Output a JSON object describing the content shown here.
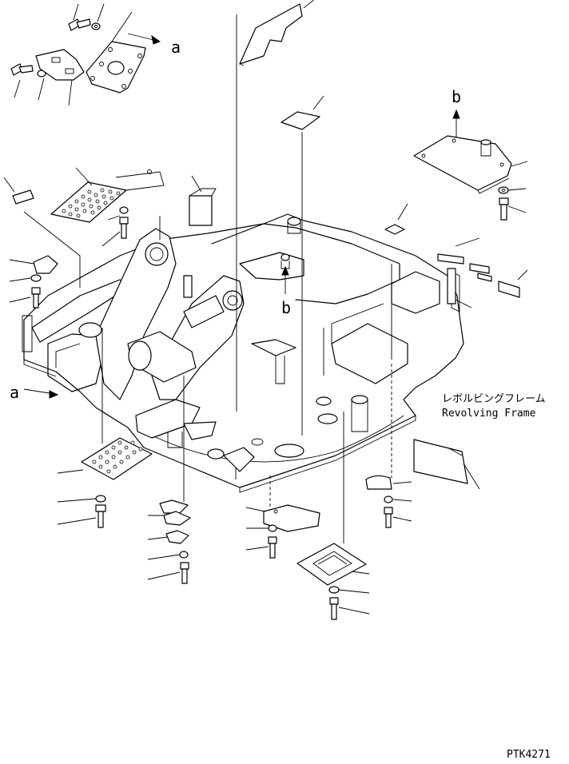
{
  "labels": {
    "ref_a_top": "a",
    "ref_a_left": "a",
    "ref_b_top": "b",
    "ref_b_center": "b",
    "frame_name_jp": "レボルビングフレーム",
    "frame_name_en": "Revolving Frame",
    "drawing_code": "PTK4271"
  },
  "colors": {
    "line": "#000000",
    "background": "#ffffff"
  }
}
